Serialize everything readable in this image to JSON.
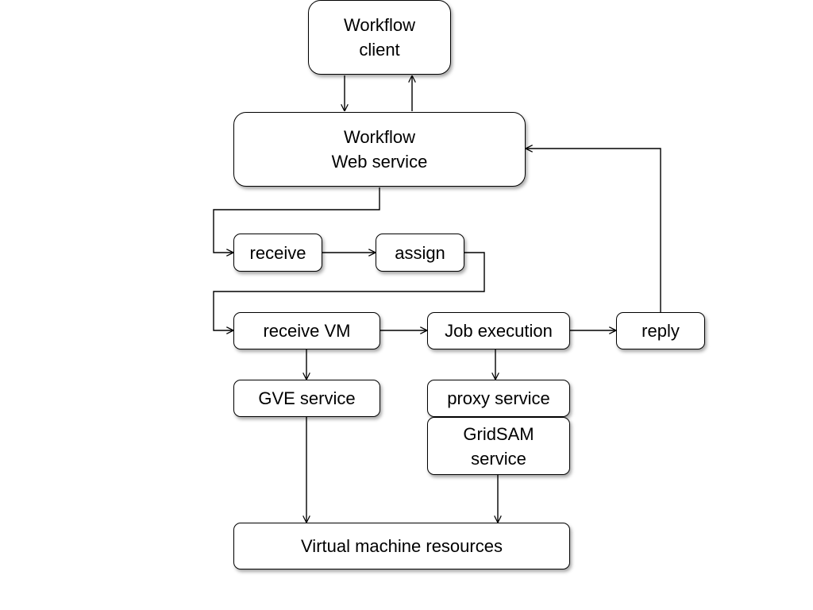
{
  "nodes": {
    "workflow_client": "Workflow\nclient",
    "workflow_web_service": "Workflow\nWeb service",
    "receive": "receive",
    "assign": "assign",
    "receive_vm": "receive VM",
    "job_execution": "Job execution",
    "reply": "reply",
    "gve_service": "GVE service",
    "proxy_service": "proxy service",
    "gridsam_service": "GridSAM\nservice",
    "virtual_machine_resources": "Virtual machine resources"
  },
  "colors": {
    "stroke": "#000000",
    "fill": "#ffffff",
    "text": "#000000"
  }
}
